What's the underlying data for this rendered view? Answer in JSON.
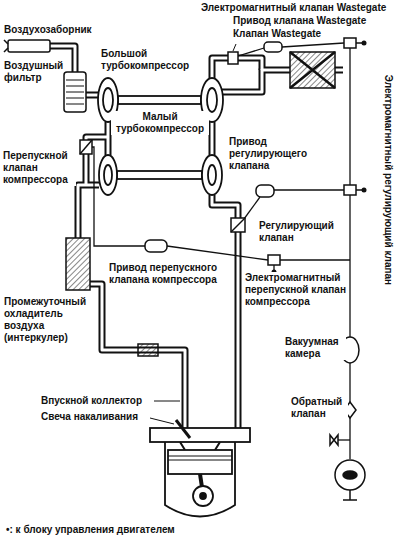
{
  "diagram": {
    "labels": [
      "Электромагнитный клапан Wastegate",
      "Воздухозаборник",
      "Привод клапана Wastegate",
      "Клапан Wastegate",
      "Воздушный фильтр",
      "Большой турбокомпрессор",
      "Малый турбокомпрессор",
      "Привод регулирующего клапана",
      "Перепускной клапан компрессора",
      "Регулирующий клапан",
      "Электромагнитный регулирующий клапан",
      "Привод перепускного клапана компрессора",
      "Электромагнитный перепускной клапан компрессора",
      "Вакуумная камера",
      "Промежуточный охладитель воздуха (интеркулер)",
      "Обратный клапан",
      "Впускной коллектор",
      "Свеча накаливания",
      "•: к блоку управления двигателем"
    ]
  }
}
